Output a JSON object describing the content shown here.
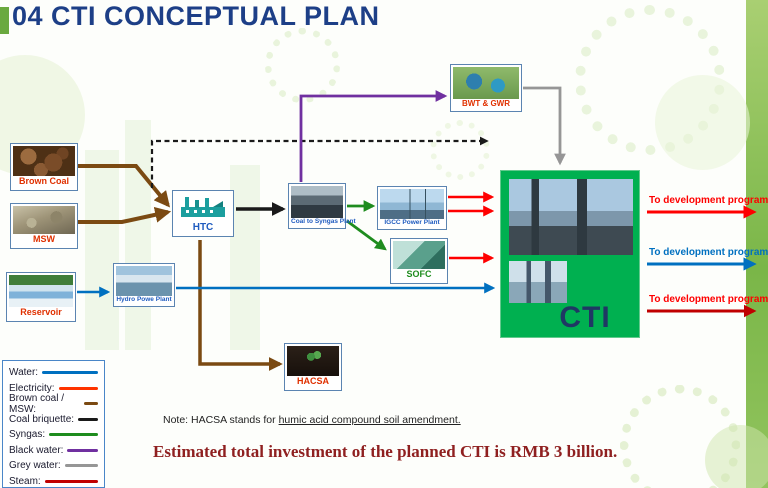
{
  "title": "04 CTI CONCEPTUAL PLAN",
  "nodes": {
    "brown_coal": {
      "label": "Brown Coal"
    },
    "msw": {
      "label": "MSW"
    },
    "reservoir": {
      "label": "Reservoir"
    },
    "htc": {
      "label": "HTC"
    },
    "coal_to_syngas": {
      "label": "Coal to Syngas Plant"
    },
    "igcc": {
      "label": "IGCC Power Plant"
    },
    "sofc": {
      "label": "SOFC"
    },
    "bwt_gwr": {
      "label": "BWT & GWR"
    },
    "hydro": {
      "label": "Hydro Powe Plant"
    },
    "hacsa": {
      "label": "HACSA"
    },
    "cti": {
      "label": "CTI"
    }
  },
  "outputs": [
    {
      "label": "To development  programs",
      "color": "#ff0000"
    },
    {
      "label": "To development  programs",
      "color": "#0070c0"
    },
    {
      "label": "To development  programs",
      "color": "#ff0000"
    }
  ],
  "legend": {
    "items": [
      {
        "label": "Water:",
        "color": "#0070c0"
      },
      {
        "label": "Electricity:",
        "color": "#ff3300"
      },
      {
        "label": "Brown coal / MSW:",
        "color": "#7b4a12"
      },
      {
        "label": "Coal briquette:",
        "color": "#1a1a1a"
      },
      {
        "label": "Syngas:",
        "color": "#1e8c1e"
      },
      {
        "label": "Black water:",
        "color": "#7030a0"
      },
      {
        "label": "Grey water:",
        "color": "#969696"
      },
      {
        "label": "Steam:",
        "color": "#c00000"
      }
    ]
  },
  "note": {
    "prefix": "Note: HACSA stands for ",
    "underlined": "humic acid compound  soil amendment."
  },
  "footer": "Estimated total investment of the planned CTI  is RMB 3 billion."
}
